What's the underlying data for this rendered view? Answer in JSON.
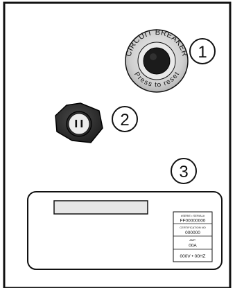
{
  "breaker": {
    "ring_top_text": "CIRCUIT BREAKER",
    "ring_bottom_text": "Press to reset",
    "callout": "1"
  },
  "outlet": {
    "callout": "2"
  },
  "nameplate": {
    "callout": "3",
    "serial_label": "#SERIE • SERIAL#",
    "serial_value": "FF00000000",
    "cert_label": "CERTIFICATION NO",
    "cert_value": "000000",
    "amp_label": "AMP.",
    "amp_value": "00A",
    "voltage": "000V • 00HZ"
  },
  "colors": {
    "line": "#111111",
    "panel_fill": "#ffffff",
    "label_fill": "#e6e6e6",
    "metal": "#cfcfcf",
    "knob": "#1b1b1b"
  }
}
